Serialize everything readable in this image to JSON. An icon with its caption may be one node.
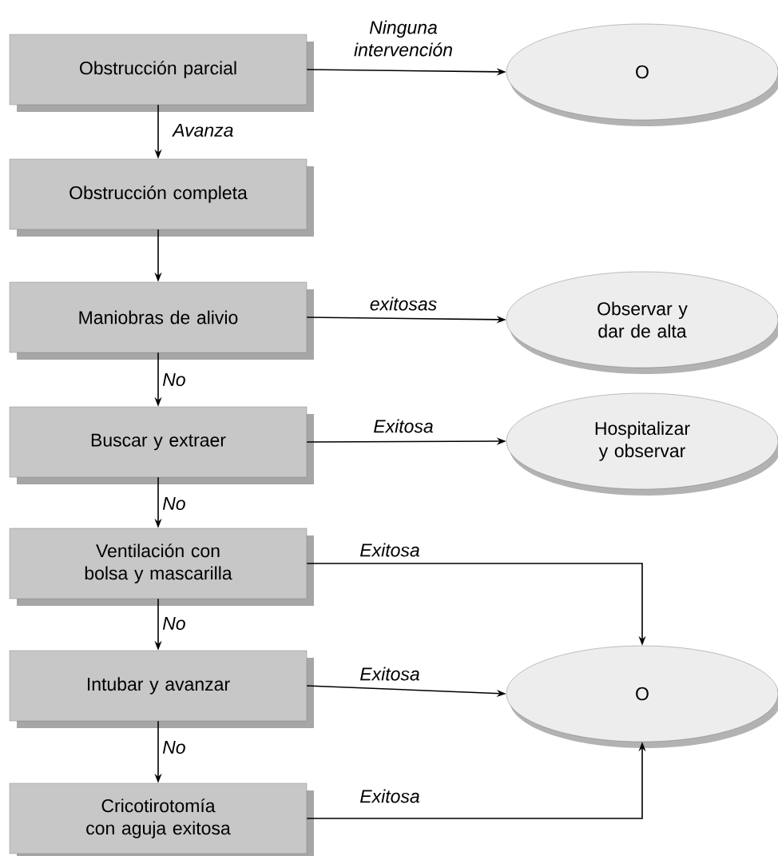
{
  "diagram": {
    "nodes": [
      {
        "text": [
          "Obstrucción parcial"
        ]
      },
      {
        "text": [
          "O"
        ]
      },
      {
        "text": [
          "Obstrucción completa"
        ]
      },
      {
        "text": [
          "Maniobras de alivio"
        ]
      },
      {
        "text": [
          "Observar y dar de alta"
        ]
      },
      {
        "text": [
          "Buscar y extraer"
        ]
      },
      {
        "text": [
          "Hospitalizar y observar"
        ]
      },
      {
        "text": [
          "Ventilación con bolsa y mascarilla"
        ]
      },
      {
        "text": [
          "Intubar y avanzar"
        ]
      },
      {
        "text": [
          "O"
        ]
      },
      {
        "text": [
          "Cricotirotomía con aguja exitosa"
        ]
      }
    ],
    "edges": [
      {
        "from": 0,
        "to": 1,
        "arrow": "to",
        "label": "Ninguna intervención"
      },
      {
        "from": 0,
        "to": 2,
        "arrow": "to",
        "label": "Avanza"
      },
      {
        "from": 2,
        "to": 3,
        "arrow": "to"
      },
      {
        "from": 3,
        "to": 4,
        "arrow": "to",
        "label": "exitosas"
      },
      {
        "from": 3,
        "to": 5,
        "arrow": "to",
        "label": "No"
      },
      {
        "from": 5,
        "to": 6,
        "arrow": "to",
        "label": "Exitosa"
      },
      {
        "from": 5,
        "to": 7,
        "arrow": "to",
        "label": "No"
      },
      {
        "from": 7,
        "to": 9,
        "arrow": "to",
        "label": "Exitosa"
      },
      {
        "from": 7,
        "to": 8,
        "arrow": "to",
        "label": "No"
      },
      {
        "from": 8,
        "to": 9,
        "arrow": "to",
        "label": "Exitosa"
      },
      {
        "from": 8,
        "to": 10,
        "arrow": "to",
        "label": "No"
      },
      {
        "from": 10,
        "to": 9,
        "arrow": "to",
        "label": "Exitosa"
      }
    ]
  }
}
